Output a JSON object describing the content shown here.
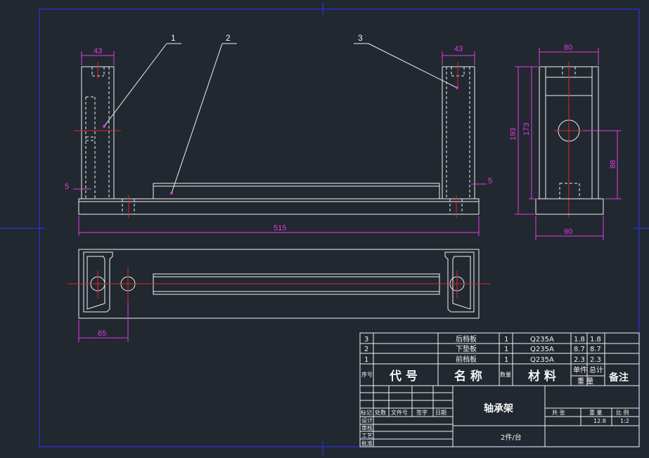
{
  "part_labels": [
    "1",
    "2",
    "3"
  ],
  "dimensions": {
    "left_width": "43",
    "right_width": "43",
    "side_top_width": "80",
    "side_bottom_width": "90",
    "height_total": "193",
    "height_inner": "173",
    "hole_height": "88",
    "overall_length": "515",
    "left_offset": "5",
    "right_offset": "5",
    "hole_distance": "65"
  },
  "parts_list": [
    {
      "no": "3",
      "name": "后档板",
      "qty": "1",
      "material": "Q235A",
      "unit_weight": "1.8",
      "total_weight": "1.8"
    },
    {
      "no": "2",
      "name": "下垫板",
      "qty": "1",
      "material": "Q235A",
      "unit_weight": "8.7",
      "total_weight": "8.7"
    },
    {
      "no": "1",
      "name": "前档板",
      "qty": "1",
      "material": "Q235A",
      "unit_weight": "2.3",
      "total_weight": "2.3"
    }
  ],
  "header": {
    "no": "序号",
    "code": "代 号",
    "name": "名 称",
    "qty": "数量",
    "material": "材 料",
    "unit": "单件",
    "total": "总计",
    "weight": "重 量",
    "remark": "备注"
  },
  "title_block": {
    "title": "轴承架",
    "quantity_per": "2件/台",
    "stage_label": "共 张",
    "weight_label": "重 量",
    "scale_label": "比 例",
    "weight_value": "12.8",
    "scale_value": "1:2",
    "rev_cols": [
      "标记",
      "处数",
      "文件号",
      "签字",
      "日期"
    ],
    "roles": [
      "设计",
      "审核",
      "工艺",
      "批准"
    ]
  }
}
